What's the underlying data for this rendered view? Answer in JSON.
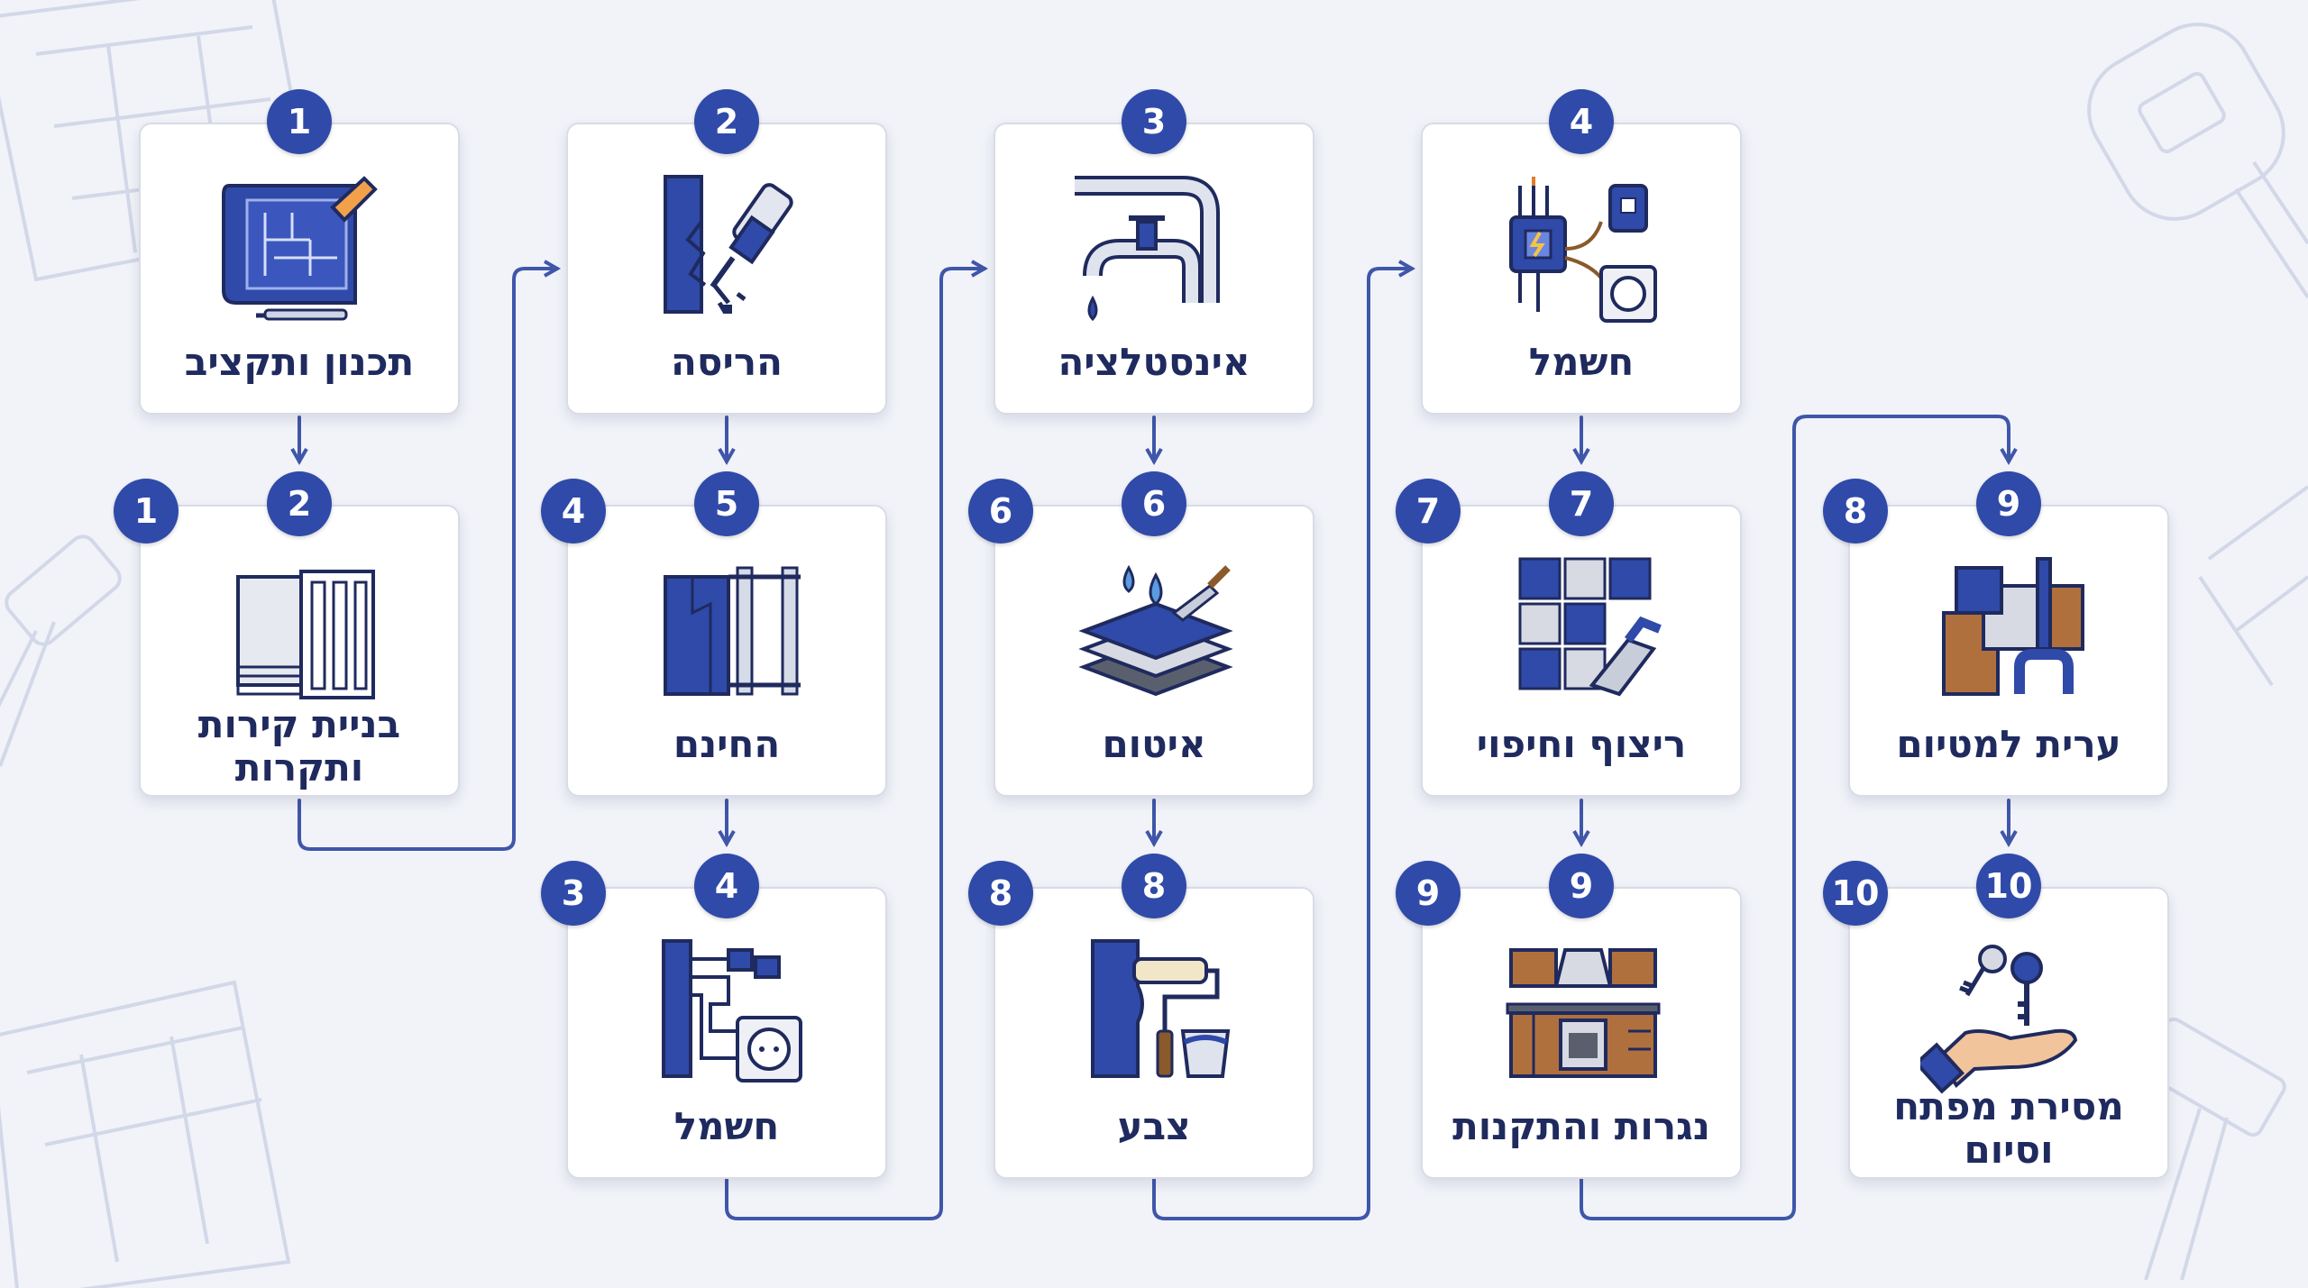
{
  "colors": {
    "accent": "#2f4aa8",
    "connector": "#3f56a9",
    "label_text": "#1f2a5e",
    "background": "#f1f3f9",
    "card_background": "#ffffff"
  },
  "cards": [
    {
      "id": "c1",
      "top_badge": "1",
      "side_badge": null,
      "label": "תכנון ותקציב",
      "icon": "blueprint-pencil-icon"
    },
    {
      "id": "c2",
      "top_badge": "2",
      "side_badge": "1",
      "label": "בניית קירות ותקרות",
      "icon": "drywall-frame-icon"
    },
    {
      "id": "c3",
      "top_badge": "2",
      "side_badge": null,
      "label": "הריסה",
      "icon": "jackhammer-wall-icon"
    },
    {
      "id": "c4",
      "top_badge": "5",
      "side_badge": "4",
      "label": "החינם",
      "icon": "plasterboard-frame-icon"
    },
    {
      "id": "c5",
      "top_badge": "4",
      "side_badge": "3",
      "label": "חשמל",
      "icon": "electrical-outlet-icon"
    },
    {
      "id": "c6",
      "top_badge": "3",
      "side_badge": null,
      "label": "אינסטלציה",
      "icon": "plumbing-pipes-icon"
    },
    {
      "id": "c7",
      "top_badge": "6",
      "side_badge": "6",
      "label": "איטום",
      "icon": "waterproofing-layers-icon"
    },
    {
      "id": "c8",
      "top_badge": "8",
      "side_badge": "8",
      "label": "צבע",
      "icon": "paint-roller-icon"
    },
    {
      "id": "c9",
      "top_badge": "4",
      "side_badge": null,
      "label": "חשמל",
      "icon": "electrical-panel-icon"
    },
    {
      "id": "c10",
      "top_badge": "7",
      "side_badge": "7",
      "label": "ריצוף וחיפוי",
      "icon": "floor-tiles-icon"
    },
    {
      "id": "c11",
      "top_badge": "9",
      "side_badge": "9",
      "label": "נגרות והתקנות",
      "icon": "kitchen-cabinets-icon"
    },
    {
      "id": "c12",
      "top_badge": "9",
      "side_badge": "8",
      "label": "ערית למטיום",
      "icon": "finishing-materials-icon"
    },
    {
      "id": "c13",
      "top_badge": "10",
      "side_badge": "10",
      "label": "מסירת מפתח וסיום",
      "icon": "key-handover-icon"
    }
  ]
}
